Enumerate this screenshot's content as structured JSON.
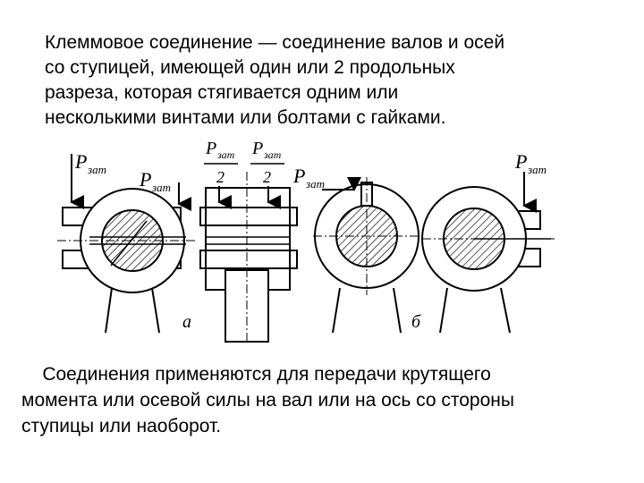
{
  "intro": {
    "lines": [
      "Клеммовое соединение — соединение валов и осей",
      "со ступицей, имеющей один или 2 продольных",
      "разреза, которая стягивается одним или",
      "несколькими винтами или болтами с гайками."
    ]
  },
  "figure": {
    "force_symbol": "P",
    "force_subscript": "зат",
    "half_denominator": "2",
    "label_a": "a",
    "label_b": "б"
  },
  "outro": {
    "lines": [
      "    Соединения применяются для передачи крутящего",
      "момента или осевой силы на вал или на ось со стороны",
      "ступицы или наоборот."
    ]
  }
}
